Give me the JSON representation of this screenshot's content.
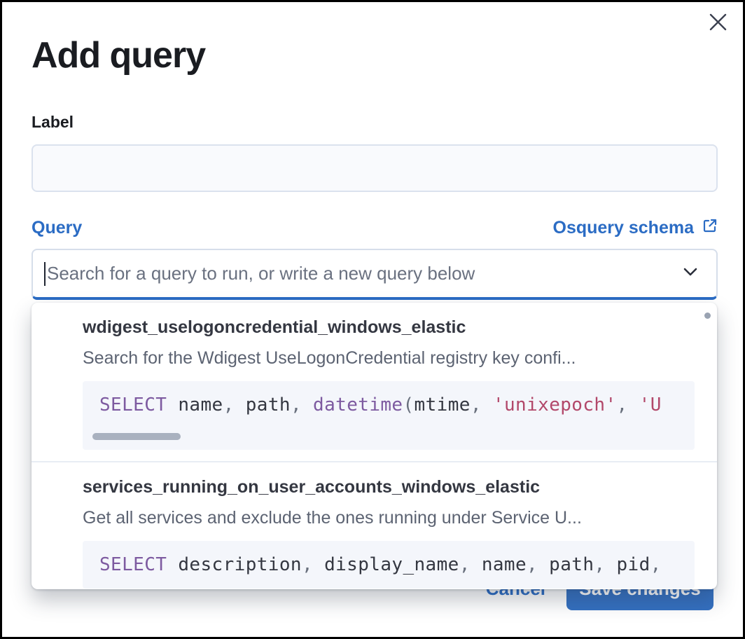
{
  "modal": {
    "title": "Add query"
  },
  "form": {
    "label_field": {
      "label": "Label",
      "value": ""
    },
    "query_field": {
      "label": "Query",
      "schema_link_label": "Osquery schema",
      "placeholder": "Search for a query to run, or write a new query below"
    }
  },
  "dropdown": {
    "options": [
      {
        "title": "wdigest_uselogoncredential_windows_elastic",
        "description": "Search for the Wdigest UseLogonCredential registry key confi...",
        "code_tokens": [
          {
            "type": "kw",
            "text": "SELECT"
          },
          {
            "type": "id",
            "text": " name"
          },
          {
            "type": "p",
            "text": ", "
          },
          {
            "type": "id",
            "text": "path"
          },
          {
            "type": "p",
            "text": ", "
          },
          {
            "type": "kw",
            "text": "datetime"
          },
          {
            "type": "p",
            "text": "("
          },
          {
            "type": "id",
            "text": "mtime"
          },
          {
            "type": "p",
            "text": ", "
          },
          {
            "type": "str",
            "text": "'unixepoch'"
          },
          {
            "type": "p",
            "text": ", "
          },
          {
            "type": "str",
            "text": "'U"
          }
        ],
        "has_horizontal_scrollbar": true
      },
      {
        "title": "services_running_on_user_accounts_windows_elastic",
        "description": "Get all services and exclude the ones running under Service U...",
        "code_tokens": [
          {
            "type": "kw",
            "text": "SELECT"
          },
          {
            "type": "id",
            "text": " description"
          },
          {
            "type": "p",
            "text": ", "
          },
          {
            "type": "id",
            "text": "display_name"
          },
          {
            "type": "p",
            "text": ", "
          },
          {
            "type": "id",
            "text": "name"
          },
          {
            "type": "p",
            "text": ", "
          },
          {
            "type": "id",
            "text": "path"
          },
          {
            "type": "p",
            "text": ", "
          },
          {
            "type": "id",
            "text": "pid"
          },
          {
            "type": "p",
            "text": ","
          }
        ],
        "has_horizontal_scrollbar": false
      }
    ]
  },
  "footer": {
    "cancel_label": "Cancel",
    "save_label": "Save changes"
  },
  "colors": {
    "accent_blue": "#2b6cc4",
    "save_button_blue": "#3470c1",
    "keyword_purple": "#7d5aa0",
    "string_rose": "#b2486a",
    "code_background": "#f4f6fb"
  }
}
